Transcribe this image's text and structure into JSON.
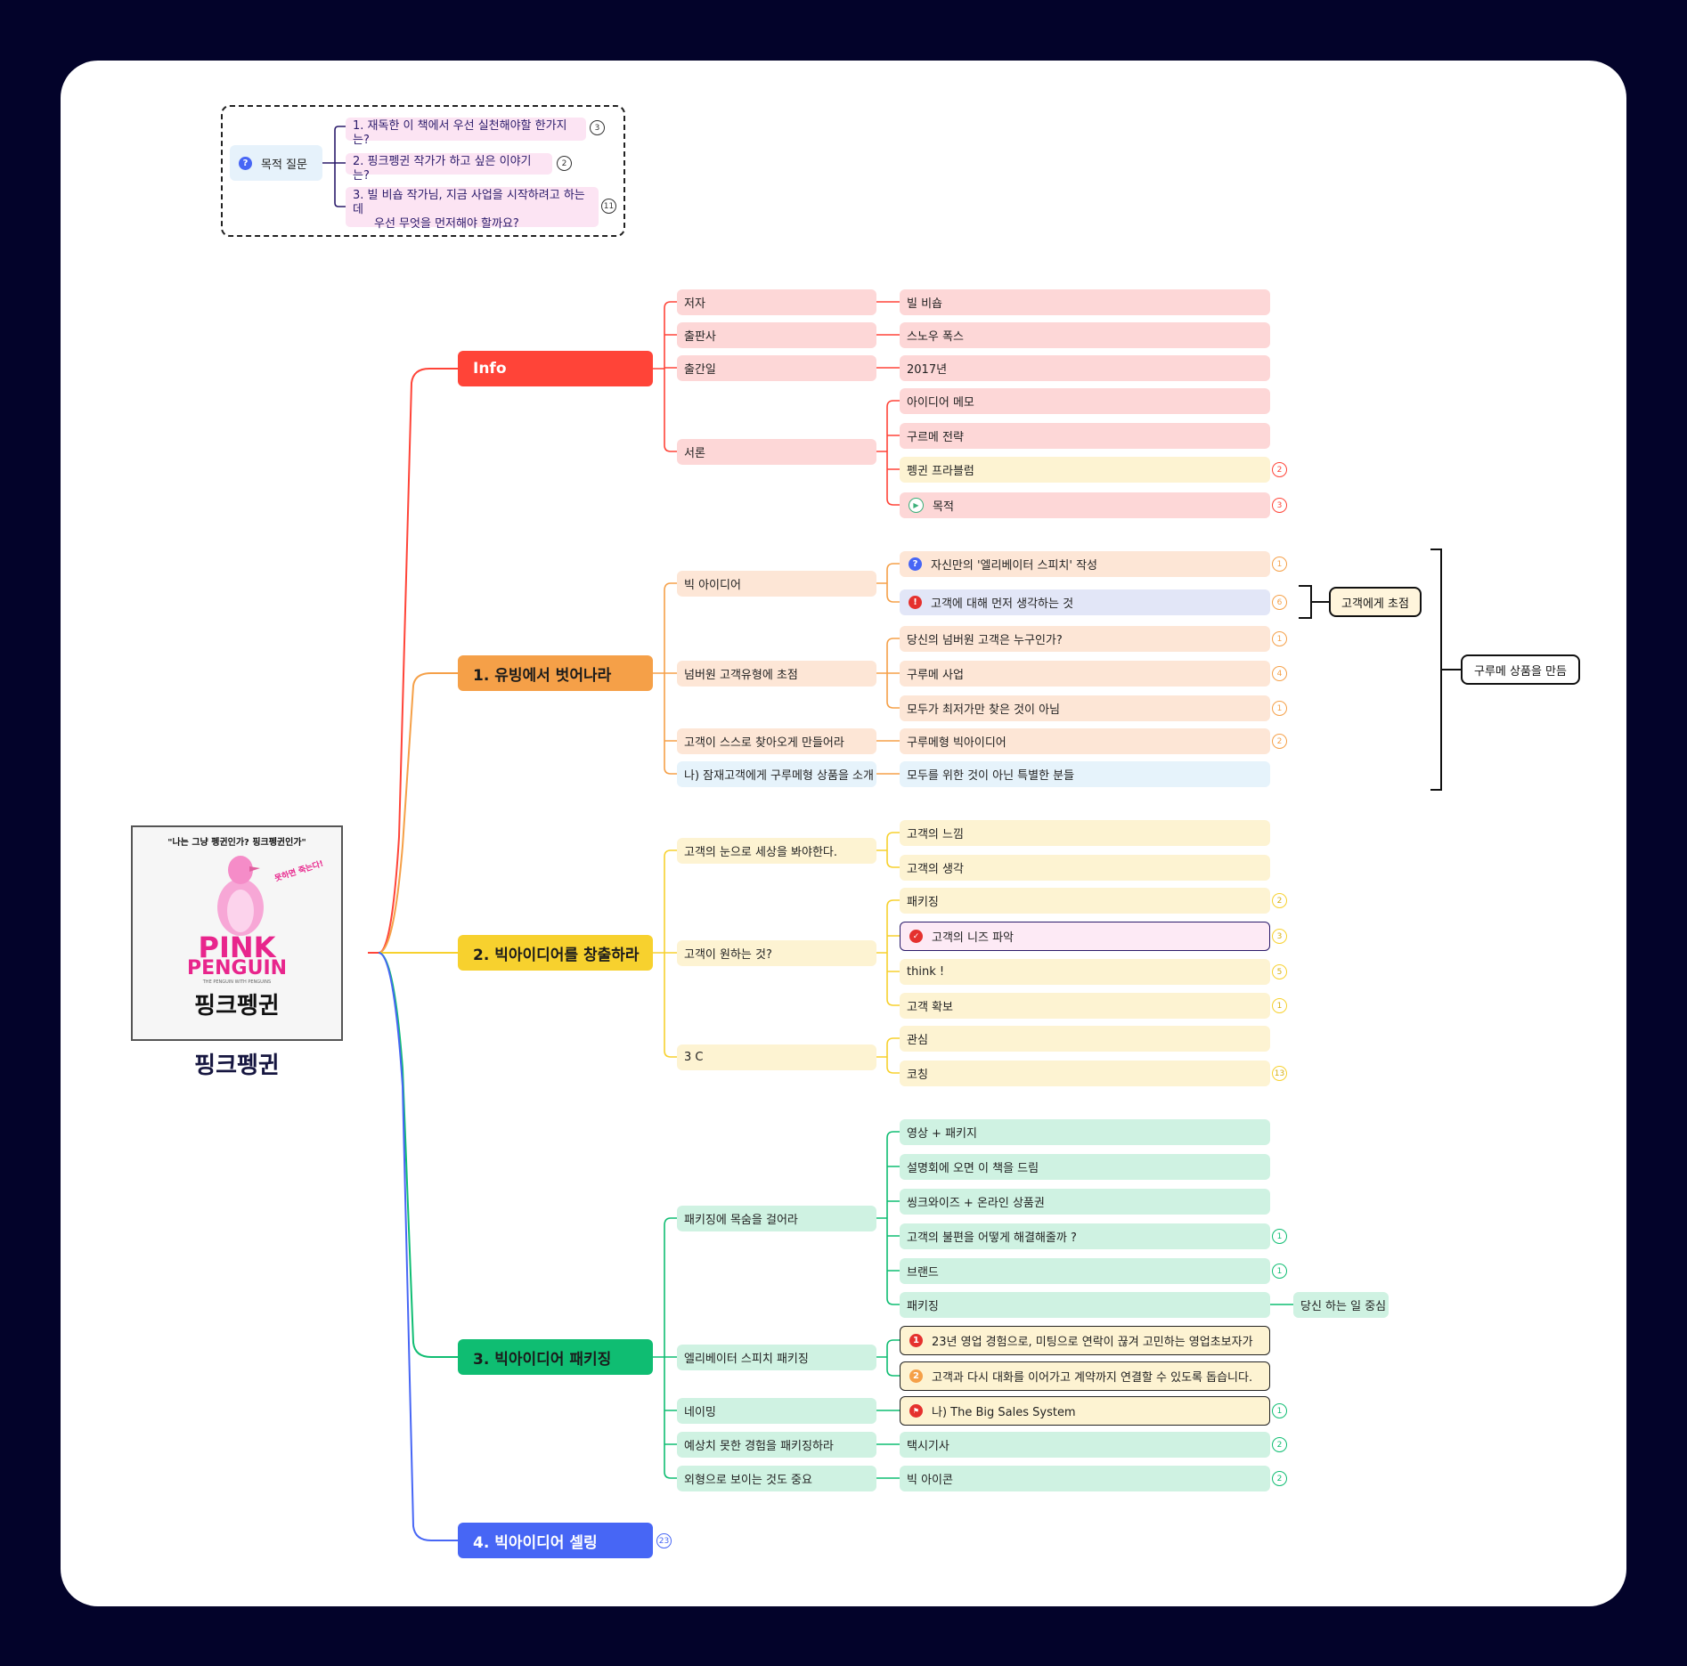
{
  "colors": {
    "info": "#ff4438",
    "ch1": "#f5a048",
    "ch2": "#f7d12e",
    "ch3": "#0fbd72",
    "ch4": "#4766f5"
  },
  "questions": {
    "label": "목적 질문",
    "items": [
      {
        "text": "1.  재독한 이 책에서 우선 실천해야할 한가지는?",
        "count": "3"
      },
      {
        "text": "2.  핑크펭귄 작가가 하고 싶은 이야기는?",
        "count": "2"
      },
      {
        "text": "3.  빌 비숍 작가님, 지금 사업을 시작하려고 하는데",
        "text2": "우선 무엇을 먼저해야 할까요?",
        "count": "11"
      }
    ]
  },
  "root": {
    "title": "핑크펭귄",
    "cover": {
      "quote": "\"나는 그냥 펭귄인가? 핑크펭귄인가\"",
      "tagline": "못하면 죽는다!",
      "pink": "PINK",
      "penguin": "PENGUIN",
      "sub": "THE PENGUIN WITH PENGUINS",
      "korean": "핑크펭귄"
    }
  },
  "branches": {
    "info": {
      "label": "Info",
      "author_key": "저자",
      "author_val": "빌 비숍",
      "publisher_key": "출판사",
      "publisher_val": "스노우 폭스",
      "date_key": "출간일",
      "date_val": "2017년",
      "intro_key": "서론",
      "intro_items": [
        {
          "text": "아이디어 메모"
        },
        {
          "text": "구르메 전략"
        },
        {
          "text": "펭귄 프라블럼",
          "count": "2"
        },
        {
          "text": "목적",
          "count": "3"
        }
      ]
    },
    "ch1": {
      "label": "1.  유빙에서 벗어나라",
      "big_idea": "빅 아이디어",
      "big_idea_items": [
        {
          "text": "자신만의 '엘리베이터 스피치' 작성",
          "count": "1"
        },
        {
          "text": "고객에 대해 먼저 생각하는 것",
          "count": "6"
        }
      ],
      "number_one": "넘버원 고객유형에 초점",
      "number_one_items": [
        {
          "text": "당신의 넘버원 고객은 누구인가?",
          "count": "1"
        },
        {
          "text": "구루메 사업",
          "count": "4"
        },
        {
          "text": "모두가 최저가만 찾은 것이 아님",
          "count": "1"
        }
      ],
      "come_to_you": "고객이 스스로 찾아오게 만들어라",
      "come_to_you_val": "구루메형 빅아이디어",
      "come_to_you_count": "2",
      "introduce": "나) 잠재고객에게 구루메형 상품을 소개",
      "introduce_val": "모두를 위한 것이 아닌 특별한 분들",
      "summary_small": "고객에게 초점",
      "summary_big": "구루메 상품을 만듬"
    },
    "ch2": {
      "label": "2.  빅아이디어를 창출하라",
      "eyes": "고객의 눈으로 세상을 봐야한다.",
      "eyes_items": [
        {
          "text": "고객의 느낌"
        },
        {
          "text": "고객의 생각"
        }
      ],
      "wants": "고객이 원하는 것?",
      "wants_items": [
        {
          "text": "패키징",
          "count": "2"
        },
        {
          "text": "고객의 니즈 파악",
          "count": "3"
        },
        {
          "text": "think !",
          "count": "5"
        },
        {
          "text": "고객 확보",
          "count": "1"
        }
      ],
      "three_c": "3 C",
      "three_c_items": [
        {
          "text": "관심"
        },
        {
          "text": "코칭",
          "count": "13"
        }
      ]
    },
    "ch3": {
      "label": "3.  빅아이디어 패키징",
      "packaging": "패키징에 목숨을 걸어라",
      "packaging_items": [
        {
          "text": "영상 + 패키지"
        },
        {
          "text": "설명회에 오면 이 책을 드림"
        },
        {
          "text": "씽크와이즈 + 온라인 상품권"
        },
        {
          "text": "고객의 불편을 어떻게 해결해줄까 ?",
          "count": "1"
        },
        {
          "text": "브랜드",
          "count": "1"
        },
        {
          "text": "패키징"
        }
      ],
      "packaging_extra": "당신 하는 일 중심",
      "elevator": "엘리베이터 스피치 패키징",
      "elevator_items": [
        {
          "text": "23년 영업 경험으로, 미팅으로 연락이 끊겨 고민하는 영업초보자가"
        },
        {
          "text": "고객과 다시 대화를 이어가고 계약까지 연결할 수 있도록 돕습니다."
        }
      ],
      "naming": "네이밍",
      "naming_val": "나)  The Big Sales System",
      "naming_count": "1",
      "unexpected": "예상치 못한 경험을 패키징하라",
      "unexpected_val": "택시기사",
      "unexpected_count": "2",
      "appearance": "외형으로 보이는 것도 중요",
      "appearance_val": "빅 아이콘",
      "appearance_count": "2"
    },
    "ch4": {
      "label": "4.  빅아이디어 셀링",
      "count": "23"
    }
  }
}
